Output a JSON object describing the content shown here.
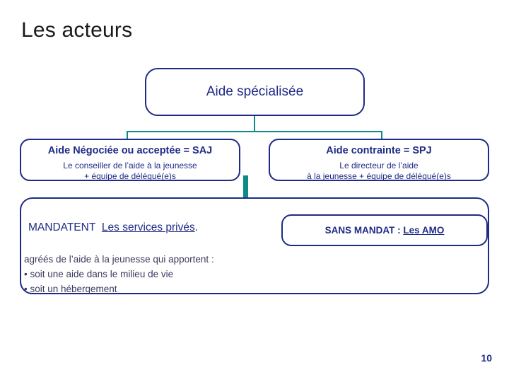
{
  "slide": {
    "title": "Les acteurs",
    "page_number": "10",
    "top_box": {
      "label": "Aide spécialisée"
    },
    "branches": [
      {
        "heading": "Aide Négociée ou acceptée = SAJ",
        "subtitle": "Le conseiller de l’aide à la jeunesse\n+ équipe de délégué(e)s"
      },
      {
        "heading": "Aide contrainte = SPJ",
        "subtitle": "Le directeur de l’aide\nà la jeunesse + équipe de délégué(e)s"
      }
    ],
    "bottom": {
      "mandatent_prefix": "MANDATENT",
      "mandatent_underlined": "Les services privés",
      "mandatent_suffix": ".",
      "amo_prefix": "SANS MANDAT : ",
      "amo_underlined": "Les AMO",
      "details": "agréés de l’aide à la jeunesse qui apportent :\n• soit une aide dans le milieu de vie\n• soit un hébergement"
    },
    "colors": {
      "box_border": "#1f2b86",
      "connector": "#0f8a8a",
      "text_primary": "#1f2b86",
      "title": "#1a1a1a"
    }
  }
}
